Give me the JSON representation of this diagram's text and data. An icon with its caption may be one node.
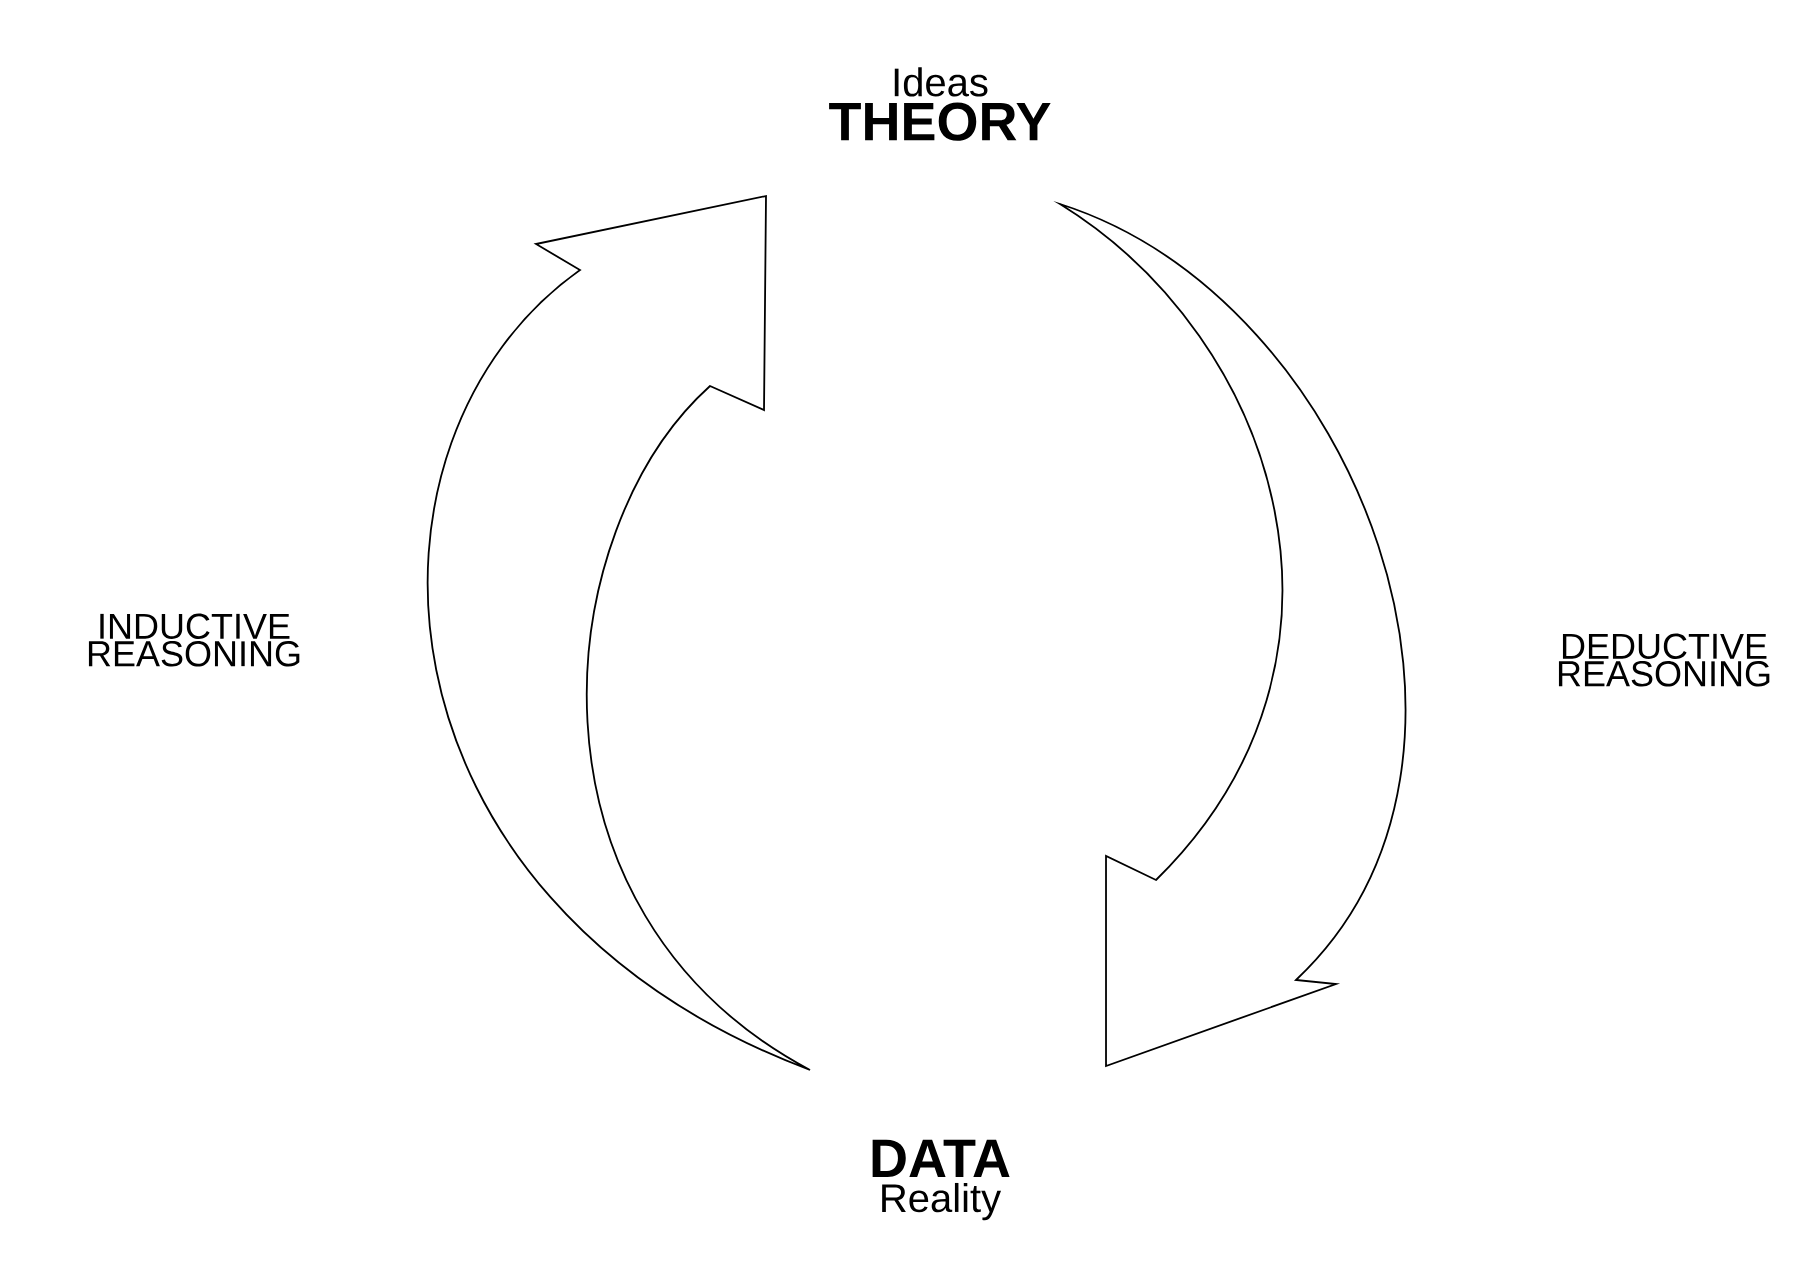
{
  "diagram": {
    "nodes": [
      {
        "text": [
          "Ideas",
          "THEORY"
        ]
      },
      {
        "text": [
          "DATA",
          "Reality"
        ]
      }
    ],
    "edges": [
      {
        "from": 0,
        "to": 1,
        "arrow": "to"
      },
      {
        "from": 1,
        "to": 0,
        "arrow": "to"
      }
    ],
    "labels": [
      "INDUCTIVE REASONING",
      "DEDUCTIVE REASONING"
    ]
  }
}
